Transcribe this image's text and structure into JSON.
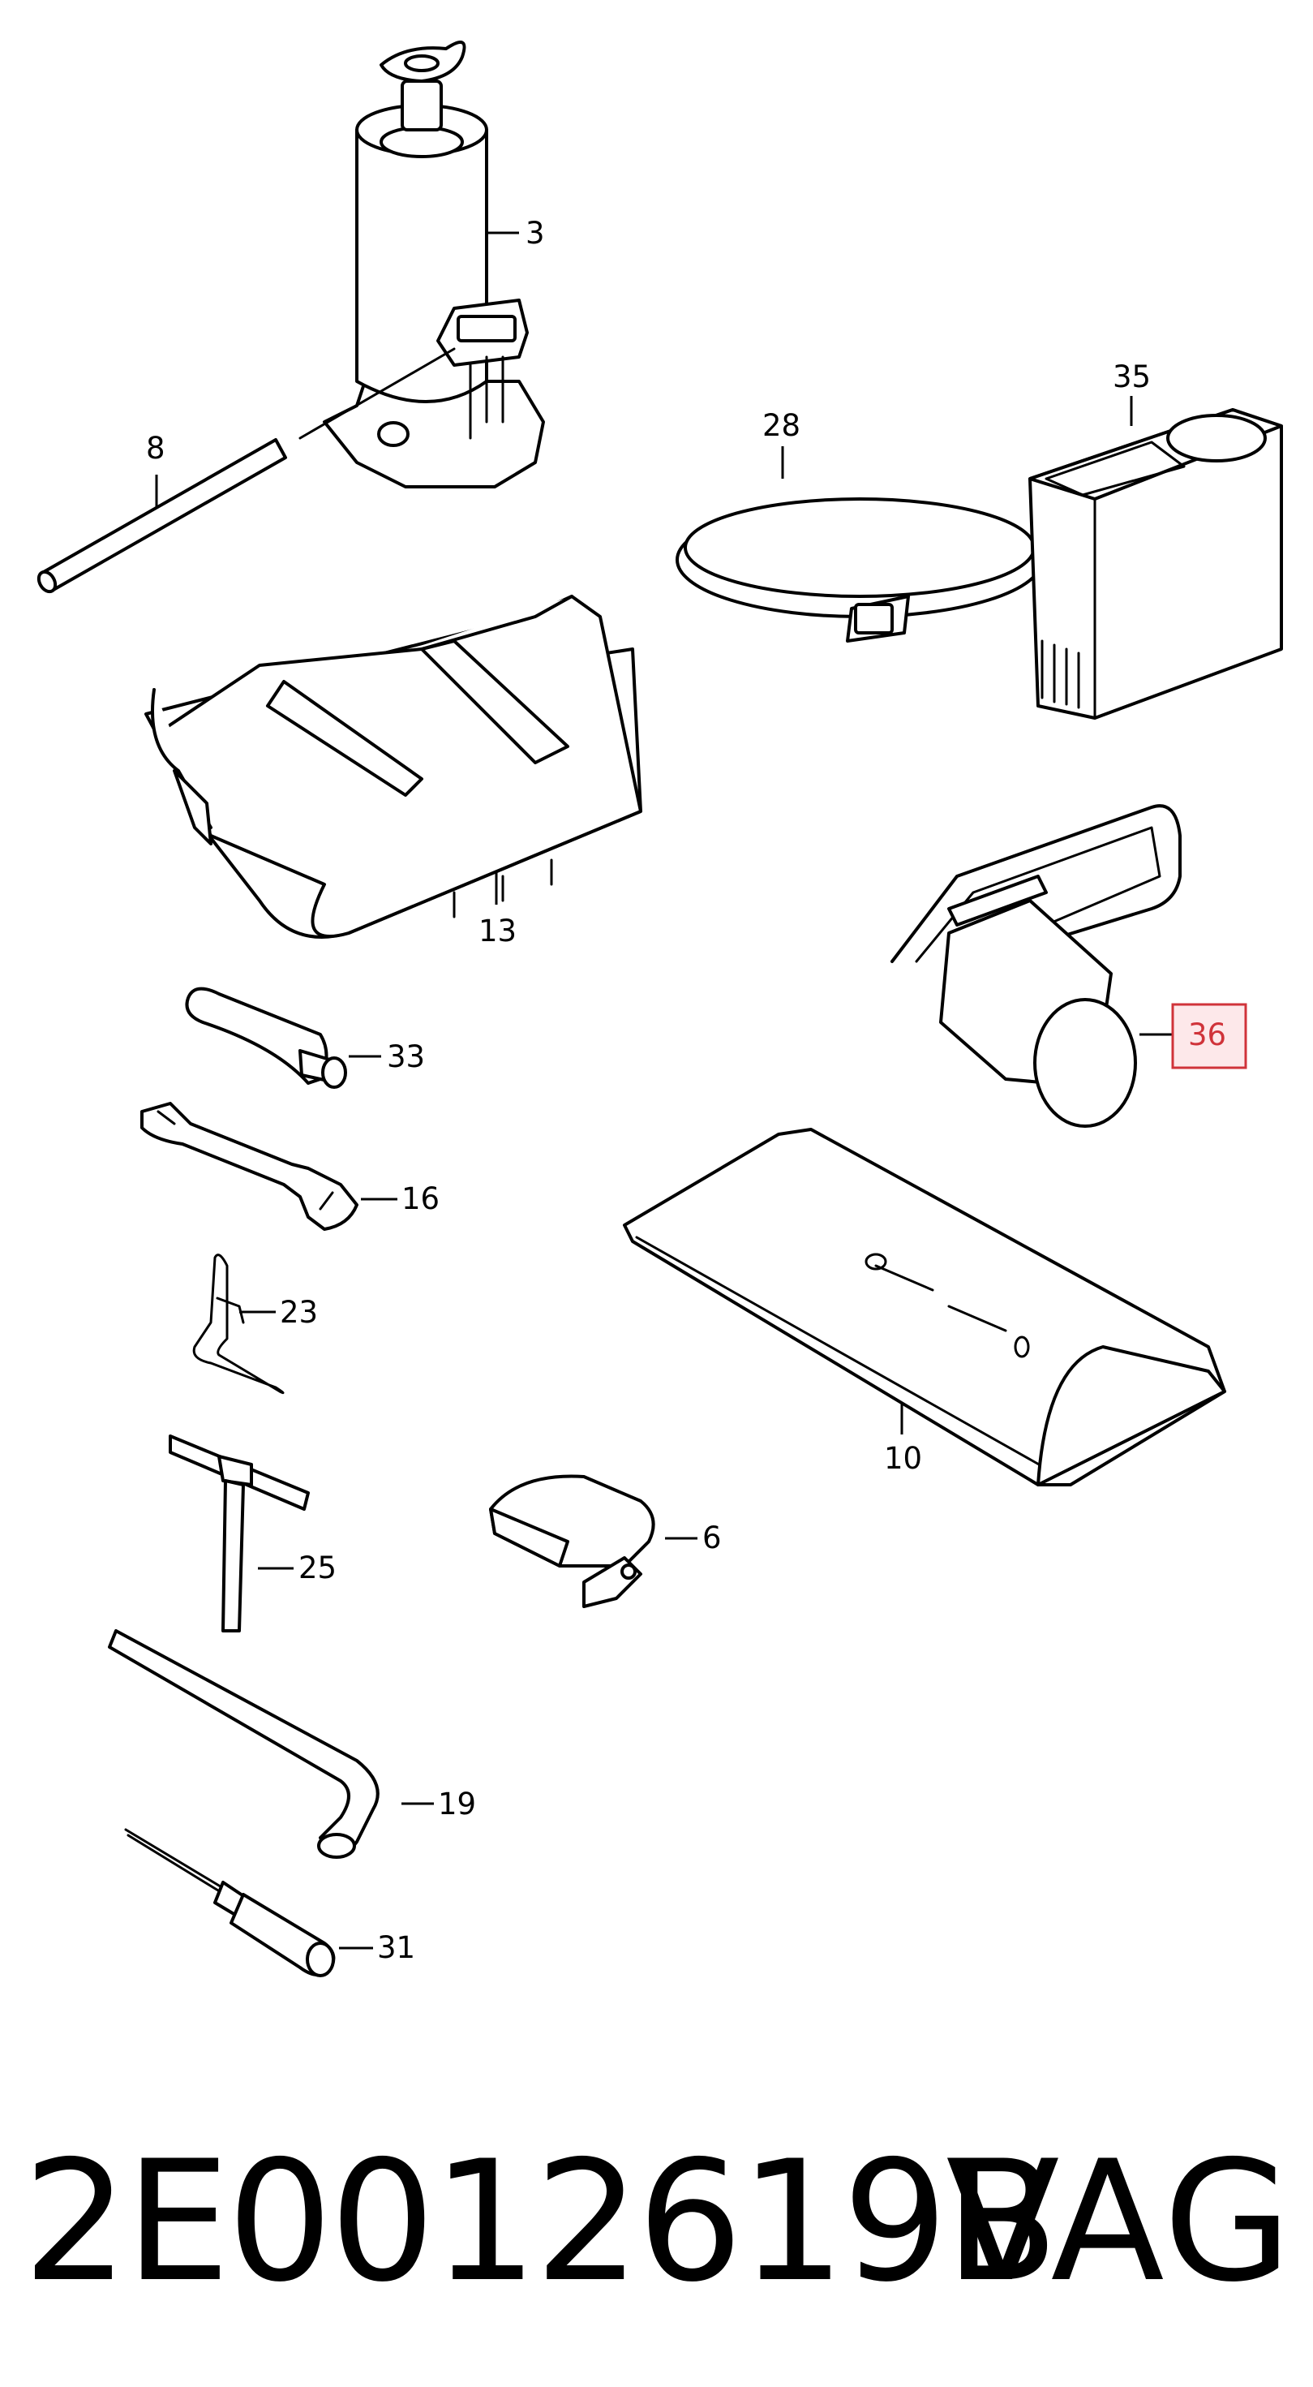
{
  "callouts": {
    "c3": "3",
    "c8": "8",
    "c28": "28",
    "c35": "35",
    "c13": "13",
    "c36": "36",
    "c33": "33",
    "c16": "16",
    "c23": "23",
    "c10": "10",
    "c25": "25",
    "c6": "6",
    "c19": "19",
    "c31": "31"
  },
  "highlight": {
    "callout": "36",
    "color": "#d0333a",
    "fill": "#fde8ea"
  },
  "footer": {
    "part_number": "2E0012619B",
    "brand": "VAG"
  }
}
